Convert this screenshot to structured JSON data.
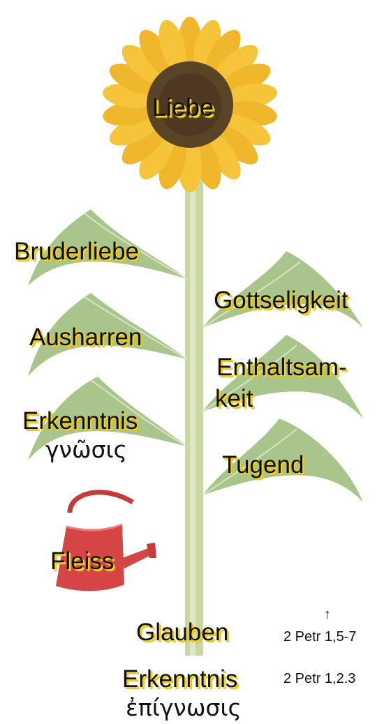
{
  "flower_label": "Liebe",
  "left_labels": {
    "bruderliebe": "Bruderliebe",
    "ausharren": "Ausharren",
    "erkenntnis": "Erkenntnis",
    "gnosis": "γνῶσις"
  },
  "right_labels": {
    "gottseligkeit": "Gottseligkeit",
    "enthaltsam_line1": "Enthaltsam-",
    "enthaltsam_line2": "keit",
    "tugend": "Tugend"
  },
  "watering_can_label": "Fleiss",
  "base": {
    "glauben": "Glauben",
    "arrow": "↑",
    "ref_upper": "2 Petr 1,5-7",
    "erkenntnis": "Erkenntnis",
    "ref_lower": "2 Petr 1,2.3",
    "epignosis": "ἐπίγνωσις"
  },
  "colors": {
    "petal": "#f5c43a",
    "flower_center": "#5a4426",
    "leaf": "#a9c58b",
    "stem": "#c9d7a3",
    "watering_can": "#d64545",
    "label_shadow": "#f2d03a"
  }
}
